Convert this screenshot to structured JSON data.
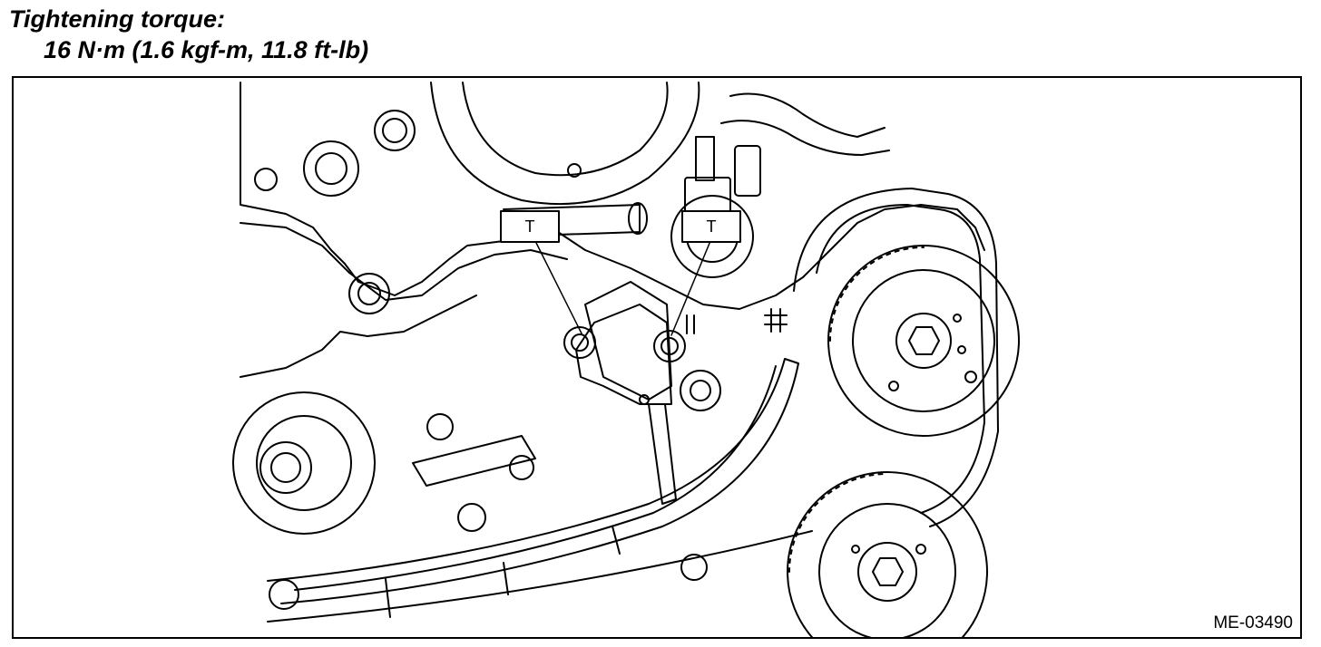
{
  "header": {
    "title": "Tightening torque:",
    "value": "16 N·m (1.6 kgf-m, 11.8 ft-lb)"
  },
  "callouts": [
    {
      "id": "left",
      "label": "T"
    },
    {
      "id": "right",
      "label": "T"
    }
  ],
  "figure_id": "ME-03490"
}
